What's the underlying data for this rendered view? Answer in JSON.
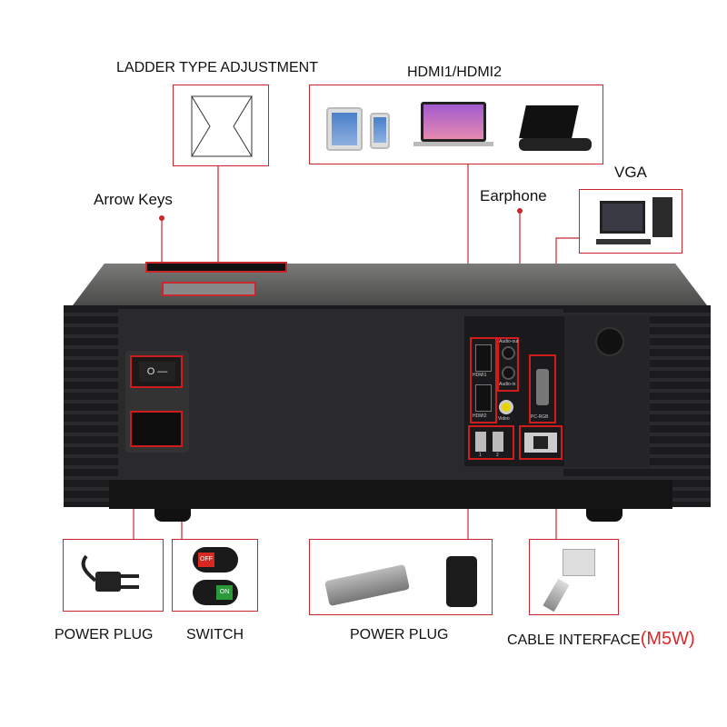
{
  "labels": {
    "ladder": "LADDER TYPE ADJUSTMENT",
    "hdmi": "HDMI1/HDMI2",
    "arrow_keys": "Arrow Keys",
    "earphone": "Earphone",
    "vga": "VGA",
    "power_plug_1": "POWER PLUG",
    "switch": "SWITCH",
    "power_plug_2": "POWER PLUG",
    "cable_interface": "CABLE INTERFACE",
    "model": "(M5W)"
  },
  "ports": {
    "hdmi1": "HDMI1",
    "hdmi2": "HDMI2",
    "audio_out": "Audio-out",
    "audio_in": "Audio-in",
    "video": "Video",
    "pc_rgb": "PC-RGB",
    "usb1": "1",
    "usb2": "2"
  },
  "switch_states": {
    "off": "OFF",
    "on": "ON"
  },
  "colors": {
    "accent_red": "#c8282c",
    "model_red": "#e0262b",
    "body": "#1c1c1e",
    "on_green": "#2a9a3a",
    "off_red": "#d8281f"
  }
}
